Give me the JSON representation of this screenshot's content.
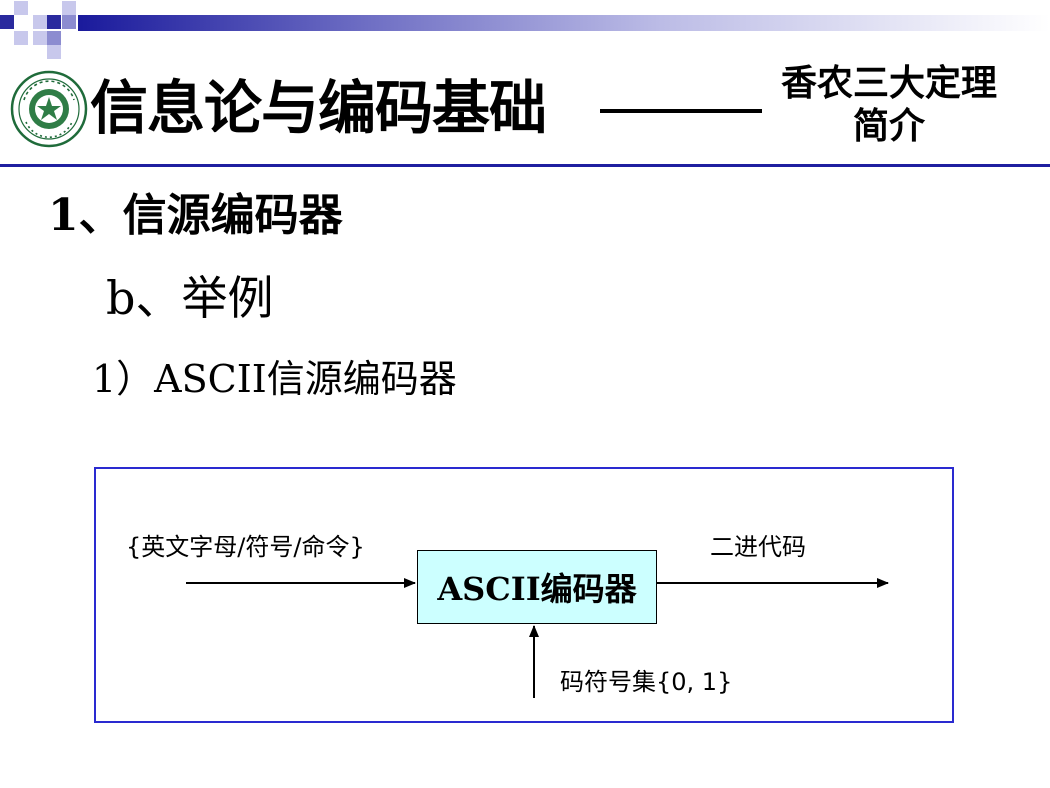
{
  "header": {
    "title": "信息论与编码基础",
    "subtitle_line1": "香农三大定理",
    "subtitle_line2": "简介",
    "logo_icon": "university-seal-icon",
    "colors": {
      "rule": "#1f1fa0",
      "gradient_start": "#1a1a9c",
      "square_dark": "#2a2a9e",
      "square_mid": "#8c8cd0",
      "square_light": "#c8c8ec"
    }
  },
  "body": {
    "heading1": "1、信源编码器",
    "heading2": "b、举例",
    "heading3": "1）ASCII信源编码器"
  },
  "diagram": {
    "input_label": "{英文字母/符号/命令}",
    "encoder_label": "ASCII编码器",
    "output_label": "二进代码",
    "code_alphabet_label": "码符号集{0, 1}",
    "colors": {
      "frame": "#2a2ad0",
      "encoder_fill": "#ccffff"
    }
  }
}
